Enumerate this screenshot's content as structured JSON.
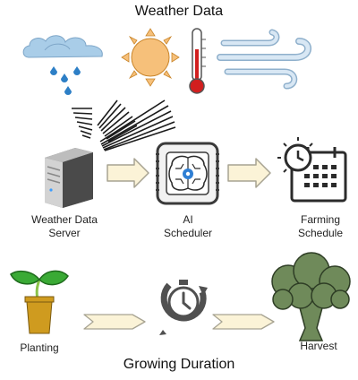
{
  "header": {
    "title": "Weather Data"
  },
  "footer": {
    "title": "Growing Duration"
  },
  "nodes": {
    "server": {
      "label_line1": "Weather Data",
      "label_line2": "Server"
    },
    "scheduler": {
      "label_line1": "AI",
      "label_line2": "Scheduler"
    },
    "schedule": {
      "label_line1": "Farming",
      "label_line2": "Schedule"
    },
    "planting": {
      "label": "Planting"
    },
    "harvest": {
      "label": "Harvest"
    }
  },
  "icons": [
    "cloud-rain-icon",
    "sun-icon",
    "thermometer-icon",
    "wind-icon",
    "signal-icon",
    "server-icon",
    "ai-chip-icon",
    "calendar-clock-icon",
    "seedling-pot-icon",
    "stopwatch-icon",
    "broccoli-icon"
  ],
  "colors": {
    "cloud": "#a9cde8",
    "rain": "#2d7fc6",
    "sun": "#f6c07a",
    "thermometer": "#d21f1f",
    "wind": "#b8d3ea",
    "arrow_fill": "#fbf3d7",
    "arrow_stroke": "#a7a392",
    "leaf": "#3aaa35",
    "pot": "#cf9b1f",
    "broccoli": "#6f8a5a"
  }
}
